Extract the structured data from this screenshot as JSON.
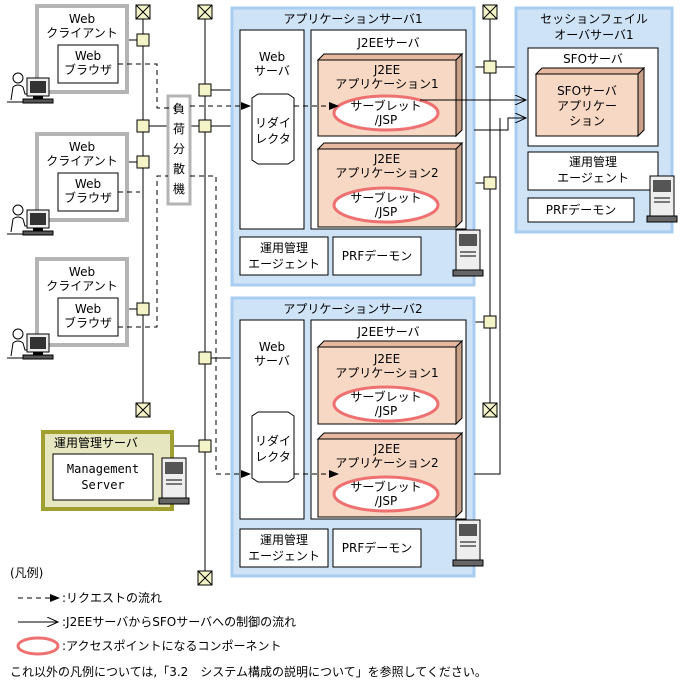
{
  "clients": [
    {
      "title_line1": "Web",
      "title_line2": "クライアント",
      "browser_line1": "Web",
      "browser_line2": "ブラウザ"
    },
    {
      "title_line1": "Web",
      "title_line2": "クライアント",
      "browser_line1": "Web",
      "browser_line2": "ブラウザ"
    },
    {
      "title_line1": "Web",
      "title_line2": "クライアント",
      "browser_line1": "Web",
      "browser_line2": "ブラウザ"
    }
  ],
  "load_balancer": {
    "chars": [
      "負",
      "荷",
      "分",
      "散",
      "機"
    ]
  },
  "mgmt_server": {
    "title": "運用管理サーバ",
    "line1": "Management",
    "line2": "Server"
  },
  "app_servers": [
    {
      "title": "アプリケーションサーバ1",
      "web_line1": "Web",
      "web_line2": "サーバ",
      "redirector_line1": "リダイ",
      "redirector_line2": "レクタ",
      "j2ee_label": "J2EEサーバ",
      "apps": [
        {
          "line1": "J2EE",
          "line2": "アプリケーション1",
          "servlet_line1": "サーブレット",
          "servlet_line2": "/JSP"
        },
        {
          "line1": "J2EE",
          "line2": "アプリケーション2",
          "servlet_line1": "サーブレット",
          "servlet_line2": "/JSP"
        }
      ],
      "agent_line1": "運用管理",
      "agent_line2": "エージェント",
      "daemon": "PRFデーモン"
    },
    {
      "title": "アプリケーションサーバ2",
      "web_line1": "Web",
      "web_line2": "サーバ",
      "redirector_line1": "リダイ",
      "redirector_line2": "レクタ",
      "j2ee_label": "J2EEサーバ",
      "apps": [
        {
          "line1": "J2EE",
          "line2": "アプリケーション1",
          "servlet_line1": "サーブレット",
          "servlet_line2": "/JSP"
        },
        {
          "line1": "J2EE",
          "line2": "アプリケーション2",
          "servlet_line1": "サーブレット",
          "servlet_line2": "/JSP"
        }
      ],
      "agent_line1": "運用管理",
      "agent_line2": "エージェント",
      "daemon": "PRFデーモン"
    }
  ],
  "sfo_server": {
    "title_line1": "セッションフェイル",
    "title_line2": "オーバサーバ1",
    "inner_label": "SFOサーバ",
    "app_line1": "SFOサーバ",
    "app_line2": "アプリケー",
    "app_line3": "ション",
    "agent_line1": "運用管理",
    "agent_line2": "エージェント",
    "daemon": "PRFデーモン"
  },
  "legend": {
    "title": "(凡例)",
    "request_flow": ":リクエストの流れ",
    "control_flow": ":J2EEサーバからSFOサーバへの制御の流れ",
    "access_point": ":アクセスポイントになるコンポーネント",
    "note": "これ以外の凡例については,「3.2　システム構成の説明について」を参照してください。"
  },
  "colors": {
    "server_fill": "#cfe3f7",
    "server_border": "#a9cdf0",
    "client_border": "#b4b4b4",
    "mgmt_fill": "#e6e6c0",
    "mgmt_border": "#a0a030",
    "app_fill": "#f6d8c4",
    "app_side": "#c8a088",
    "access_point": "#ee7070",
    "node_fill": "#f4f4c8"
  }
}
